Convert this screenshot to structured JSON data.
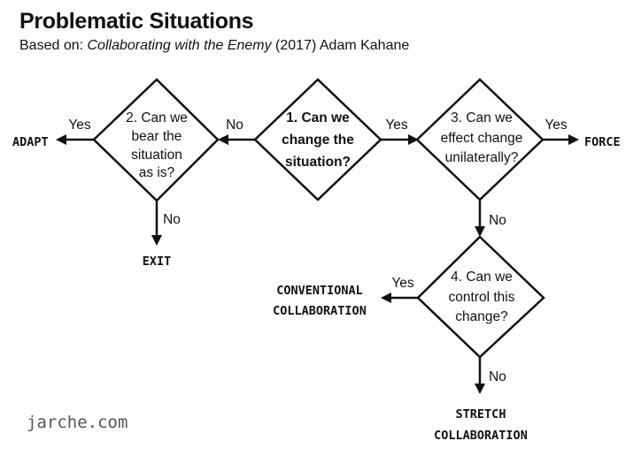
{
  "header": {
    "title": "Problematic Situations",
    "subtitle_prefix": "Based on: ",
    "subtitle_book": "Collaborating with the Enemy",
    "subtitle_suffix": " (2017) Adam Kahane"
  },
  "decisions": {
    "q1": [
      "1. Can we",
      "change the",
      "situation?"
    ],
    "q2": [
      "2. Can we",
      "bear the",
      "situation",
      "as is?"
    ],
    "q3": [
      "3. Can we",
      "effect change",
      "unilaterally?"
    ],
    "q4": [
      "4. Can we",
      "control this",
      "change?"
    ]
  },
  "outcomes": {
    "adapt": "ADAPT",
    "exit": "EXIT",
    "force": "FORCE",
    "conventional": [
      "CONVENTIONAL",
      "COLLABORATION"
    ],
    "stretch": [
      "STRETCH",
      "COLLABORATION"
    ]
  },
  "edges": {
    "q1_no": "No",
    "q1_yes": "Yes",
    "q2_yes": "Yes",
    "q2_no": "No",
    "q3_yes": "Yes",
    "q3_no": "No",
    "q4_yes": "Yes",
    "q4_no": "No"
  },
  "footer": {
    "site": "jarche.com"
  }
}
